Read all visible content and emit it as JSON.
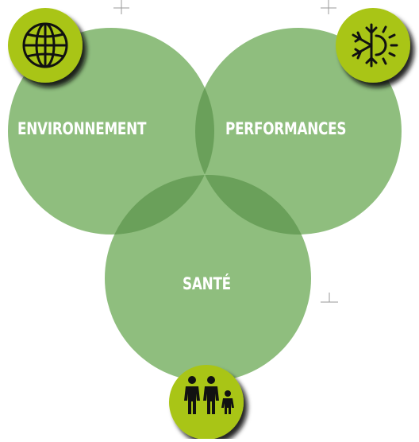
{
  "diagram": {
    "circles": [
      {
        "label": "ENVIRONNEMENT",
        "icon": "globe-icon"
      },
      {
        "label": "PERFORMANCES",
        "icon": "snowflake-sun-icon"
      },
      {
        "label": "SANTÉ",
        "icon": "family-icon"
      }
    ],
    "colors": {
      "circle_fill": "#8fbe7e",
      "overlap_pair": "#6aa05a",
      "overlap_center": "#4a853c",
      "badge_fill": "#a9c516",
      "badge_shadow": "#1a1a1a",
      "icon_stroke": "#111111",
      "crosshair": "#9a9a9a",
      "label": "#ffffff"
    }
  }
}
